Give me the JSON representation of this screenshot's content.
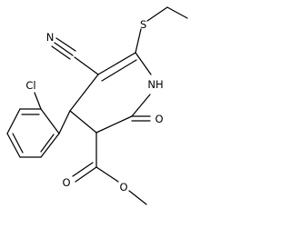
{
  "molecule": {
    "atoms": {
      "chlorine": "Cl",
      "nitrile_nitrogen": "N",
      "sulfur": "S",
      "amide_nh": "NH",
      "ring_carbonyl_oxygen": "O",
      "ester_carbonyl_oxygen": "O",
      "ester_ether_oxygen": "O"
    }
  },
  "colors": {
    "bond": "#000000",
    "label": "#000000",
    "background": "#ffffff"
  }
}
